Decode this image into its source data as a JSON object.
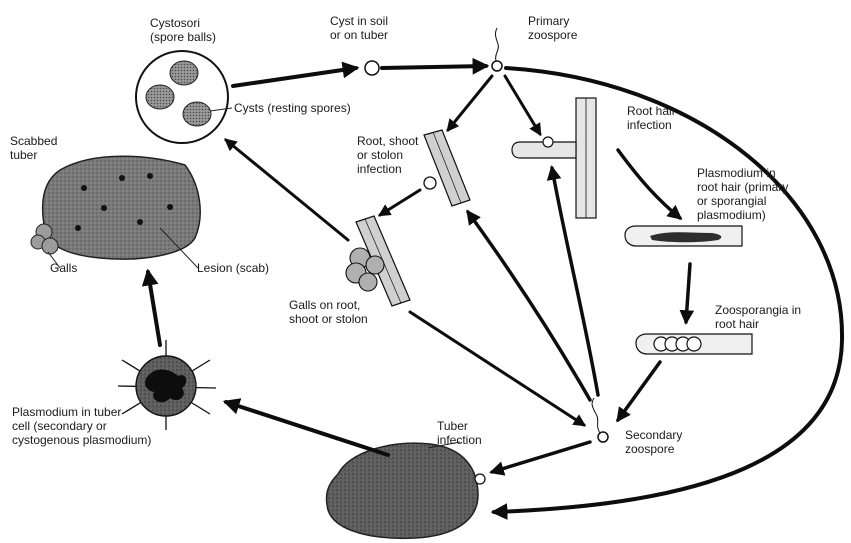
{
  "labels": {
    "cyst_in_soil": "Cyst in soil\nor on tuber",
    "primary_zoospore": "Primary\nzoospore",
    "cystosori": "Cystosori\n(spore balls)",
    "cysts": "Cysts (resting spores)",
    "scabbed_tuber": "Scabbed\ntuber",
    "root_hair_infection": "Root hair\ninfection",
    "root_shoot_stolon_infection": "Root, shoot\nor stolon\ninfection",
    "plasmodium_root_hair": "Plasmodium in\nroot hair (primary\nor sporangial\nplasmodium)",
    "galls": "Galls",
    "lesion": "Lesion (scab)",
    "galls_on_root": "Galls on root,\nshoot or stolon",
    "zoosporangia": "Zoosporangia in\nroot hair",
    "plasmodium_tuber_cell": "Plasmodium in tuber\ncell (secondary or\ncystogenous plasmodium)",
    "tuber_infection": "Tuber\ninfection",
    "secondary_zoospore": "Secondary\nzoospore"
  },
  "colors": {
    "ink": "#0d0d0d",
    "tuber_fill": "#6b6b6b",
    "tuber_dark": "#3e3e3e",
    "root_fill": "#c8c8c8",
    "spore_ball": "#8a8a8a",
    "magnifier_glow": "#d9d9d9"
  }
}
